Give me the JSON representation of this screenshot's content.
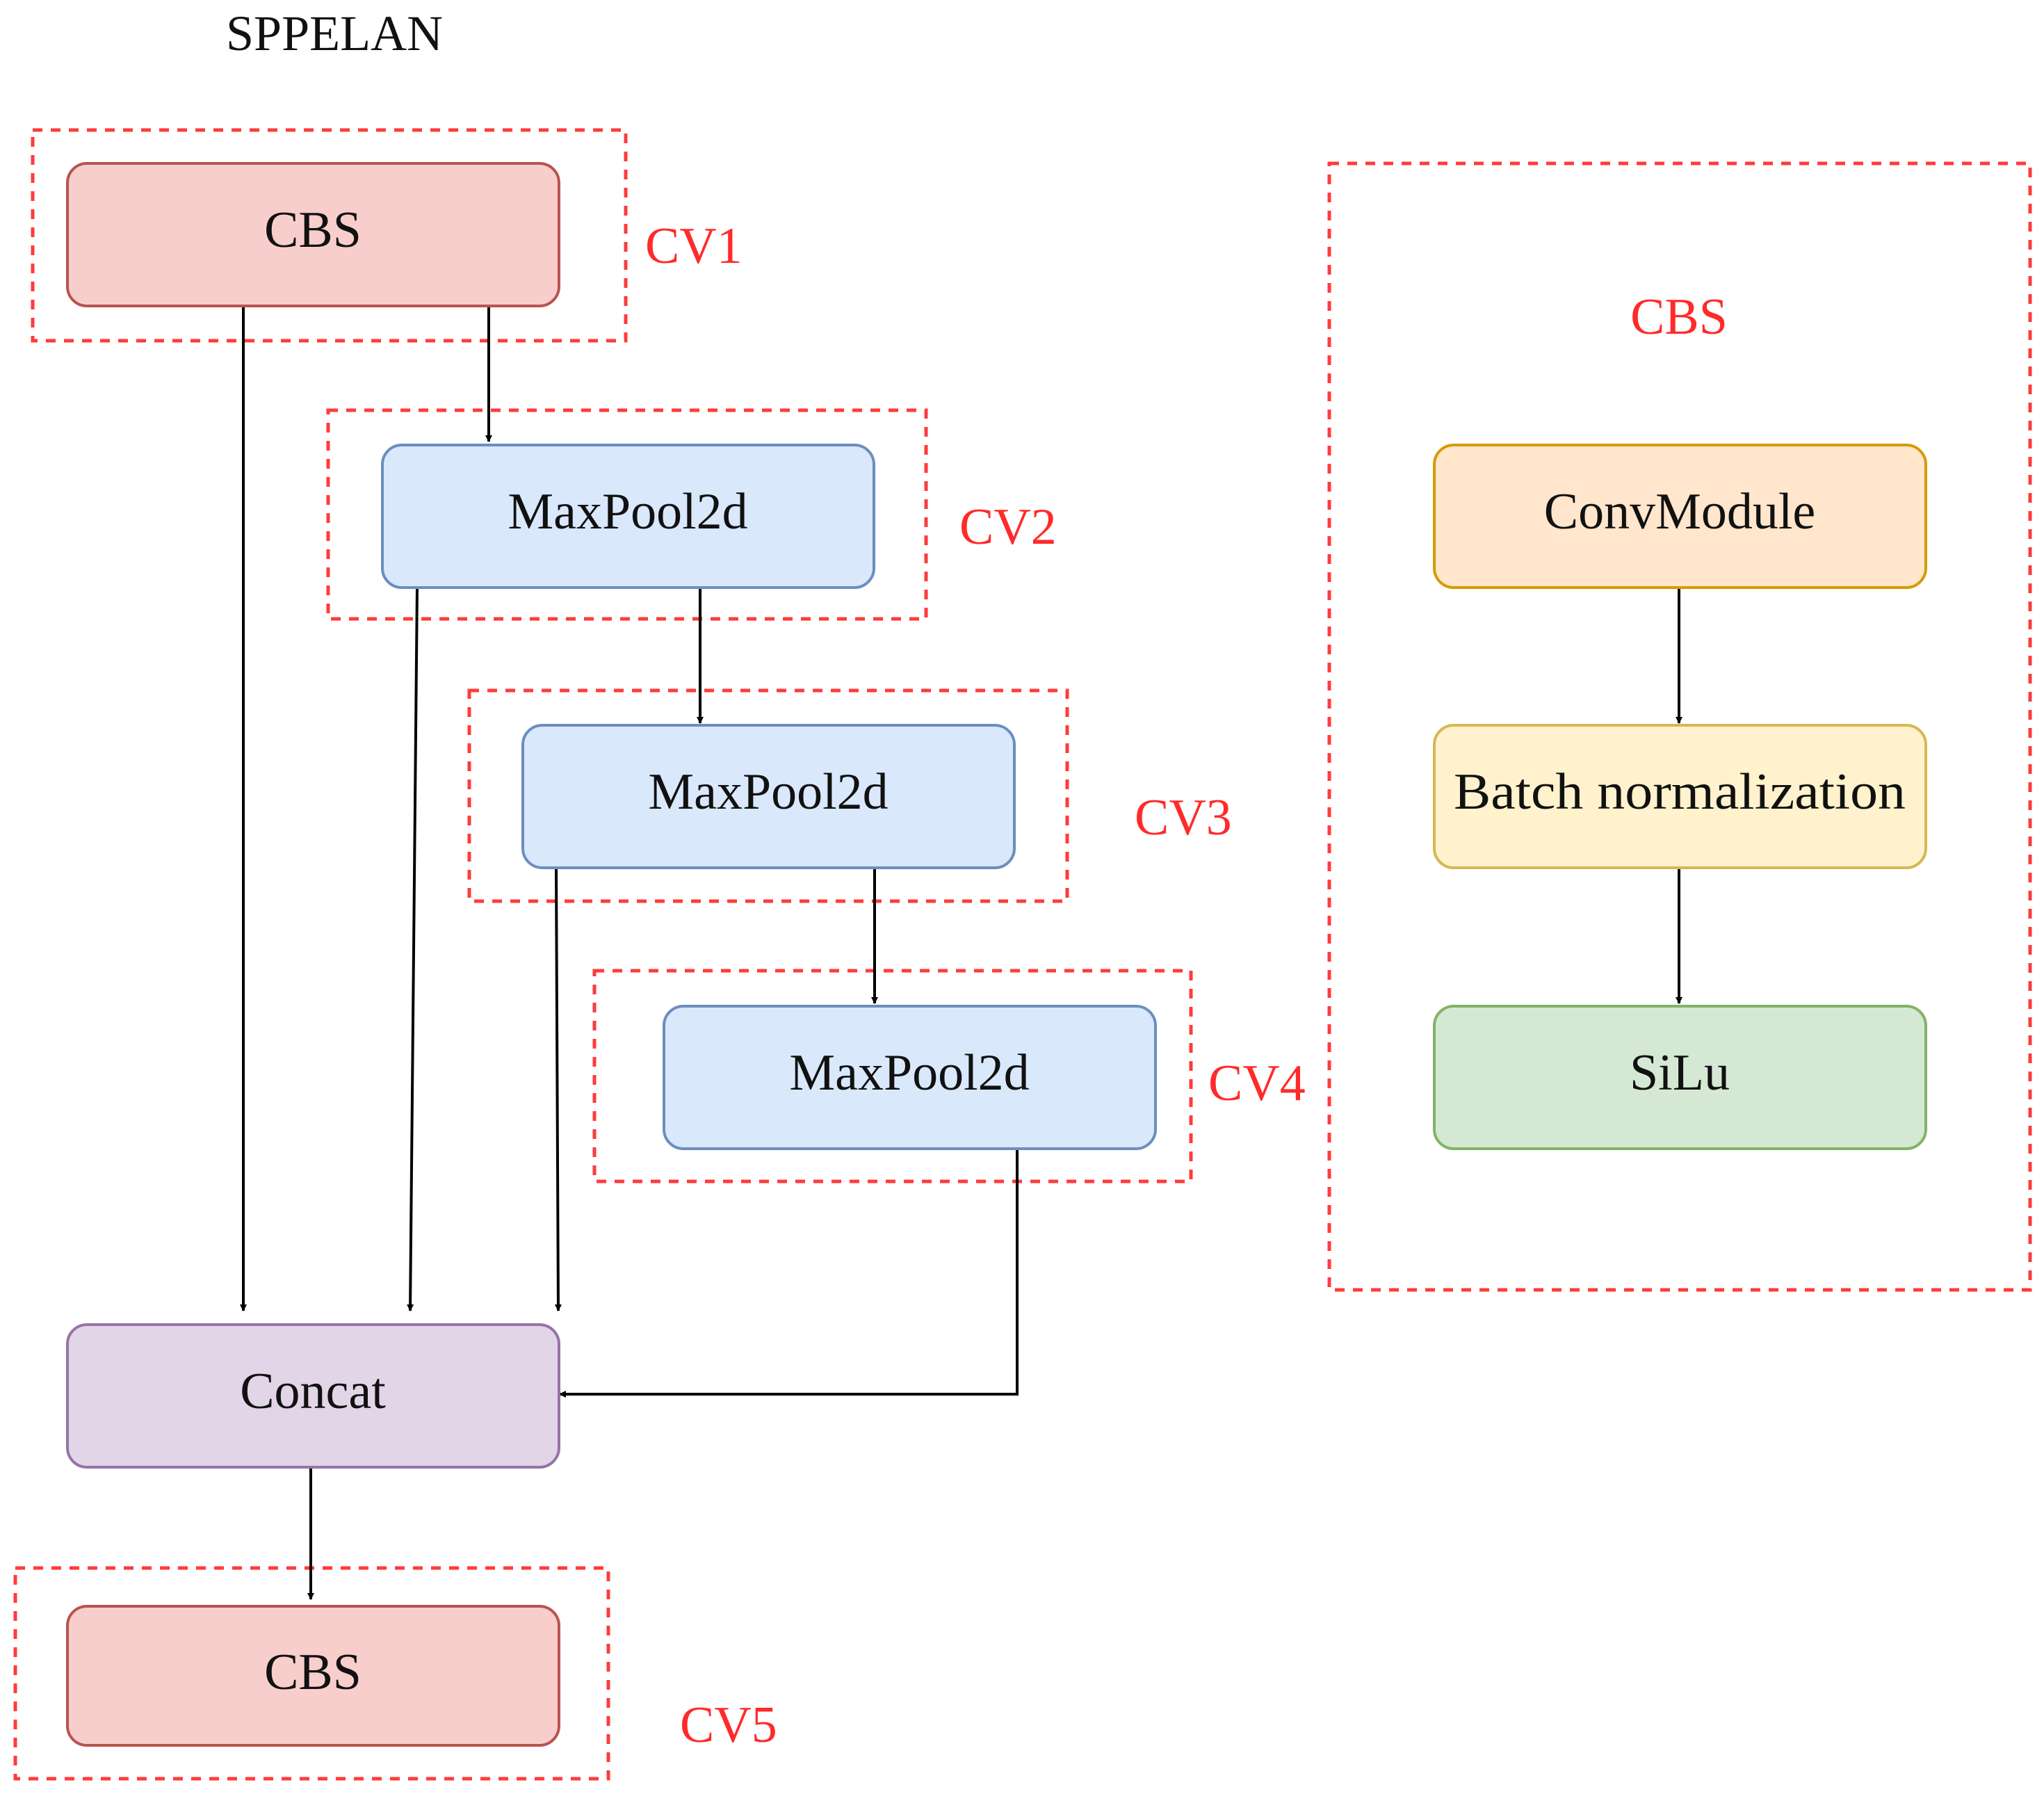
{
  "title": "SPPELAN",
  "colors": {
    "cbs_fill": "#f8cecc",
    "cbs_stroke": "#b85450",
    "maxpool_fill": "#dae8fc",
    "maxpool_stroke": "#6c8ebf",
    "concat_fill": "#e1d5e7",
    "concat_stroke": "#9673a6",
    "conv_fill": "#ffe6cc",
    "conv_stroke": "#d79b00",
    "bn_fill": "#fff2cc",
    "bn_stroke": "#d6b656",
    "silu_fill": "#d5e8d4",
    "silu_stroke": "#82b366",
    "tag": "#ff2a2a",
    "dashed_border": "#ff3b3b"
  },
  "nodes": {
    "cv1_block": "CBS",
    "cv2_block": "MaxPool2d",
    "cv3_block": "MaxPool2d",
    "cv4_block": "MaxPool2d",
    "concat_block": "Concat",
    "cv5_block": "CBS"
  },
  "tags": {
    "cv1": "CV1",
    "cv2": "CV2",
    "cv3": "CV3",
    "cv4": "CV4",
    "cv5": "CV5"
  },
  "cbs_detail": {
    "title": "CBS",
    "steps": [
      "ConvModule",
      "Batch normalization",
      "SiLu"
    ]
  }
}
